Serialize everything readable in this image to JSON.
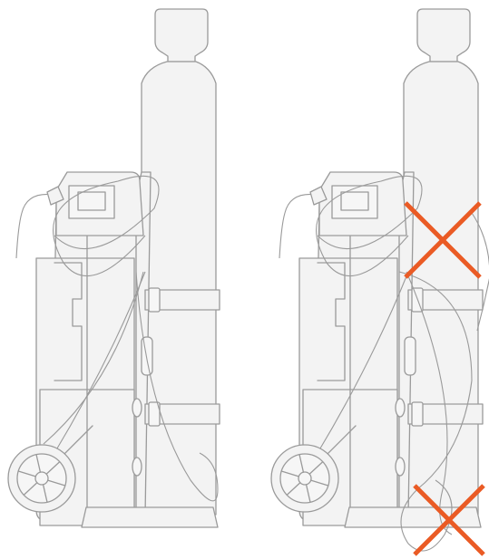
{
  "colors": {
    "background": "#ffffff",
    "outline": "#9a9a9a",
    "fill": "#f3f3f3",
    "wrong_mark": "#ea5b25"
  },
  "illustrations": [
    {
      "name": "correct-hose-routing",
      "wrong_marks": 0
    },
    {
      "name": "incorrect-hose-routing",
      "wrong_marks": 2
    }
  ]
}
